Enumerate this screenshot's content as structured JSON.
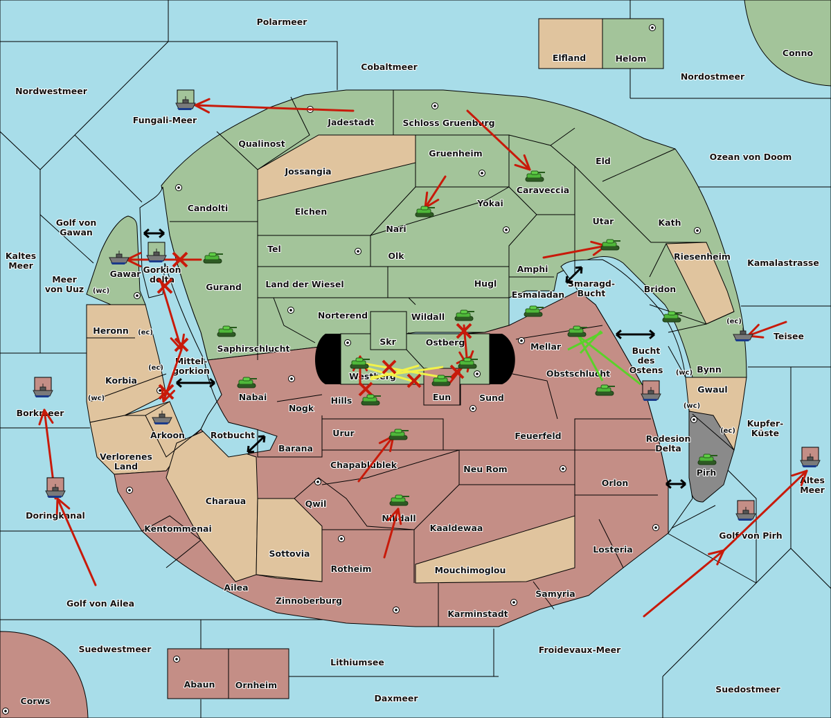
{
  "map": {
    "title": "Diplomacy-style game map",
    "colors": {
      "sea": "#a8dde9",
      "power_green": "#a3c49a",
      "power_red": "#c48e86",
      "neutral": "#e0c49e",
      "impassable": "#8a8a8a",
      "move_order": "#c81a0a",
      "support_yellow": "#f2f24a",
      "support_green": "#5ad22a"
    },
    "seas": {
      "polarmeer": "Polarmeer",
      "cobaltmeer": "Cobaltmeer",
      "nordwestmeer": "Nordwestmeer",
      "fungali": "Fungali-Meer",
      "nordostmeer": "Nordostmeer",
      "ozean": "Ozean von Doom",
      "golf_gawan": "Golf von\nGawan",
      "kaltes": "Kaltes\nMeer",
      "uuz": "Meer\nvon Uuz",
      "kamala": "Kamalastrasse",
      "teisee": "Teisee",
      "borkmeer": "Borkmeer",
      "doringkanal": "Doringkanal",
      "golf_ailea": "Golf von Ailea",
      "suedwestmeer": "Suedwestmeer",
      "lithiumsee": "Lithiumsee",
      "daxmeer": "Daxmeer",
      "froidevaux": "Froidevaux-Meer",
      "suedostmeer": "Suedostmeer",
      "golf_pirh": "Golf von Pirh",
      "altes": "Altes\nMeer",
      "kupfer": "Kupfer-\nKüste",
      "rodesion": "Rodesion\nDelta",
      "bucht_ostens": "Bucht\ndes\nOstens",
      "smaragd": "Smaragd-\nBucht",
      "rotbucht": "Rotbucht",
      "gorkion": "Gorkion\ndelta",
      "mittelgorkion": "Mittel-\ngorkion"
    },
    "territories": {
      "jadestadt": "Jadestadt",
      "schloss": "Schloss Gruenburg",
      "qualinost": "Qualinost",
      "jossangia": "Jossangia",
      "gruenheim": "Gruenheim",
      "caraveccia": "Caraveccia",
      "eld": "Eld",
      "candolti": "Candolti",
      "elchen": "Elchen",
      "nari": "Nari",
      "yokai": "Yokai",
      "utar": "Utar",
      "kath": "Kath",
      "tel": "Tel",
      "olk": "Olk",
      "gurand": "Gurand",
      "amphi": "Amphi",
      "riesenheim": "Riesenheim",
      "wiesel": "Land der Wiesel",
      "hugl": "Hugl",
      "esmaladan": "Esmaladan",
      "bridon": "Bridon",
      "gawar": "Gawar",
      "heronn": "Heronn",
      "norterend": "Norterend",
      "wildall": "Wildall",
      "skr": "Skr",
      "ostberg": "Ostberg",
      "westberg": "Westberg",
      "saphir": "Saphirschlucht",
      "mellar": "Mellar",
      "obst": "Obstschlucht",
      "bynn": "Bynn",
      "gwaul": "Gwaul",
      "korbia": "Korbia",
      "nabai": "Nabai",
      "hills": "Hills",
      "eun": "Eun",
      "sund": "Sund",
      "nogk": "Nogk",
      "arkoon": "Arkoon",
      "urur": "Urur",
      "feuerfeld": "Feuerfeld",
      "barana": "Barana",
      "verlorenes": "Verlorenes\nLand",
      "chapa": "Chapablublek",
      "neurom": "Neu Rom",
      "pirh": "Pirh",
      "orlon": "Orlon",
      "charaua": "Charaua",
      "qwil": "Qwil",
      "nilldall": "Nilldall",
      "kentommenai": "Kentommenai",
      "kaaldewaa": "Kaaldewaa",
      "sottovia": "Sottovia",
      "losteria": "Losteria",
      "rotheim": "Rotheim",
      "mouchimoglou": "Mouchimoglou",
      "ailea": "Ailea",
      "samyria": "Samyria",
      "zinnoberburg": "Zinnoberburg",
      "karminstadt": "Karminstadt",
      "elfland": "Elfland",
      "helom": "Helom",
      "conno": "Conno",
      "abaun": "Abaun",
      "ornheim": "Ornheim",
      "corws": "Corws"
    },
    "coast_labels": {
      "wc": "(wc)",
      "ec": "(ec)"
    },
    "units": [
      {
        "type": "fleet",
        "power": "green",
        "location": "Fungali-Meer"
      },
      {
        "type": "fleet",
        "power": "green",
        "location": "Gorkion delta"
      },
      {
        "type": "fleet",
        "power": "none",
        "location": "Gawar"
      },
      {
        "type": "army",
        "power": "green",
        "location": "Gurand"
      },
      {
        "type": "army",
        "power": "green",
        "location": "Caraveccia"
      },
      {
        "type": "army",
        "power": "green",
        "location": "Nari"
      },
      {
        "type": "army",
        "power": "green",
        "location": "Utar"
      },
      {
        "type": "army",
        "power": "green",
        "location": "Esmaladan"
      },
      {
        "type": "army",
        "power": "green",
        "location": "Bridon"
      },
      {
        "type": "army",
        "power": "green",
        "location": "Saphirschlucht"
      },
      {
        "type": "army",
        "power": "green",
        "location": "Wildall"
      },
      {
        "type": "army",
        "power": "green",
        "location": "Ostberg"
      },
      {
        "type": "army",
        "power": "green",
        "location": "Westberg"
      },
      {
        "type": "army",
        "power": "green",
        "location": "Eun"
      },
      {
        "type": "army",
        "power": "green",
        "location": "Hills"
      },
      {
        "type": "army",
        "power": "green",
        "location": "Nabai"
      },
      {
        "type": "army",
        "power": "green",
        "location": "Mellar"
      },
      {
        "type": "army",
        "power": "green",
        "location": "Obstschlucht"
      },
      {
        "type": "army",
        "power": "green",
        "location": "Urur"
      },
      {
        "type": "army",
        "power": "green",
        "location": "Nilldall"
      },
      {
        "type": "army",
        "power": "green",
        "location": "Pirh"
      },
      {
        "type": "fleet",
        "power": "none",
        "location": "Bynn (ec)"
      },
      {
        "type": "fleet",
        "power": "red",
        "location": "Bucht des Ostens"
      },
      {
        "type": "fleet",
        "power": "none",
        "location": "Arkoon"
      },
      {
        "type": "fleet",
        "power": "red",
        "location": "Borkmeer"
      },
      {
        "type": "fleet",
        "power": "red",
        "location": "Doringkanal"
      },
      {
        "type": "fleet",
        "power": "red",
        "location": "Golf von Pirh"
      },
      {
        "type": "fleet",
        "power": "red",
        "location": "Altes Meer"
      }
    ]
  }
}
